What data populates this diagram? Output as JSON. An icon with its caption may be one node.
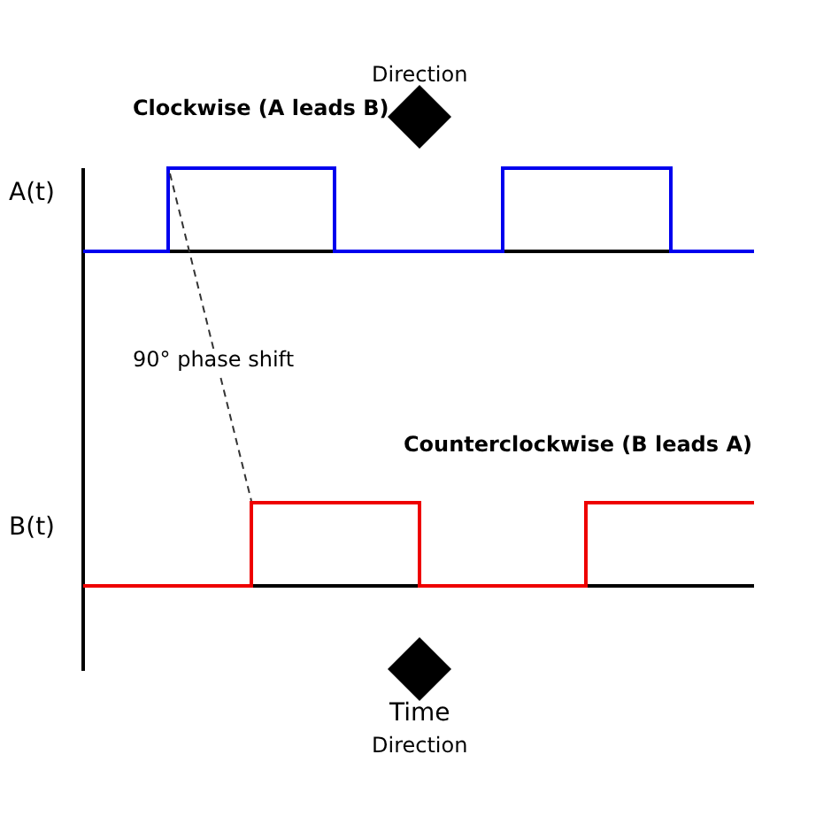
{
  "diagram": {
    "labels": [
      "Direction",
      "Clockwise (A leads B)",
      "A(t)",
      "90° phase shift",
      "Counterclockwise (B leads A)",
      "B(t)",
      "Time",
      "Direction"
    ]
  }
}
